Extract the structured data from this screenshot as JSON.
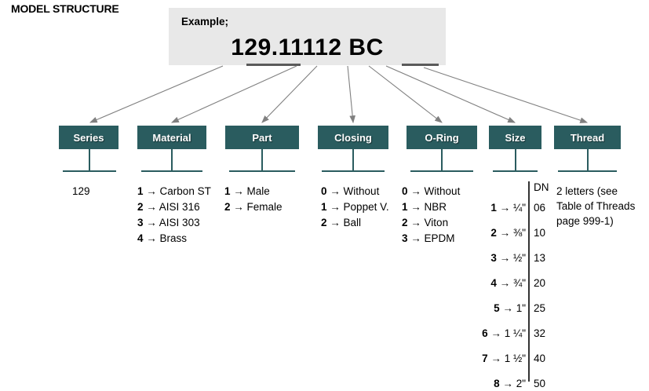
{
  "page": {
    "title": "MODEL STRUCTURE"
  },
  "example": {
    "label": "Example;",
    "code": "129.11112 BC"
  },
  "categories": [
    {
      "label": "Series"
    },
    {
      "label": "Material"
    },
    {
      "label": "Part"
    },
    {
      "label": "Closing"
    },
    {
      "label": "O-Ring"
    },
    {
      "label": "Size"
    },
    {
      "label": "Thread"
    }
  ],
  "columns": {
    "series": {
      "value": "129"
    },
    "material": {
      "options": [
        {
          "key": "1",
          "arrow": "→",
          "value": "Carbon ST"
        },
        {
          "key": "2",
          "arrow": "→",
          "value": "AISI 316"
        },
        {
          "key": "3",
          "arrow": "→",
          "value": "AISI 303"
        },
        {
          "key": "4",
          "arrow": "→",
          "value": "Brass"
        }
      ]
    },
    "part": {
      "options": [
        {
          "key": "1",
          "arrow": "→",
          "value": "Male"
        },
        {
          "key": "2",
          "arrow": "→",
          "value": "Female"
        }
      ]
    },
    "closing": {
      "options": [
        {
          "key": "0",
          "arrow": "→",
          "value": "Without"
        },
        {
          "key": "1",
          "arrow": "→",
          "value": "Poppet V."
        },
        {
          "key": "2",
          "arrow": "→",
          "value": "Ball"
        }
      ]
    },
    "oring": {
      "options": [
        {
          "key": "0",
          "arrow": "→",
          "value": "Without"
        },
        {
          "key": "1",
          "arrow": "→",
          "value": "NBR"
        },
        {
          "key": "2",
          "arrow": "→",
          "value": "Viton"
        },
        {
          "key": "3",
          "arrow": "→",
          "value": "EPDM"
        }
      ]
    },
    "size": {
      "dn_header": "DN",
      "rows": [
        {
          "key": "1",
          "arrow": "→",
          "value": "¼\"",
          "dn": "06"
        },
        {
          "key": "2",
          "arrow": "→",
          "value": "⅜\"",
          "dn": "10"
        },
        {
          "key": "3",
          "arrow": "→",
          "value": "½\"",
          "dn": "13"
        },
        {
          "key": "4",
          "arrow": "→",
          "value": "¾\"",
          "dn": "20"
        },
        {
          "key": "5",
          "arrow": "→",
          "value": "1\"",
          "dn": "25"
        },
        {
          "key": "6",
          "arrow": "→",
          "value": "1 ¼\"",
          "dn": "32"
        },
        {
          "key": "7",
          "arrow": "→",
          "value": "1 ½\"",
          "dn": "40"
        },
        {
          "key": "8",
          "arrow": "→",
          "value": "2\"",
          "dn": "50"
        }
      ]
    },
    "thread": {
      "lines": [
        "2 letters (see",
        "Table of Threads",
        "page 999-1)"
      ]
    }
  },
  "colors": {
    "box_teal": "#2a5c5f",
    "panel_gray": "#e8e8e8",
    "arrow_gray": "#808080",
    "text_black": "#000000"
  }
}
